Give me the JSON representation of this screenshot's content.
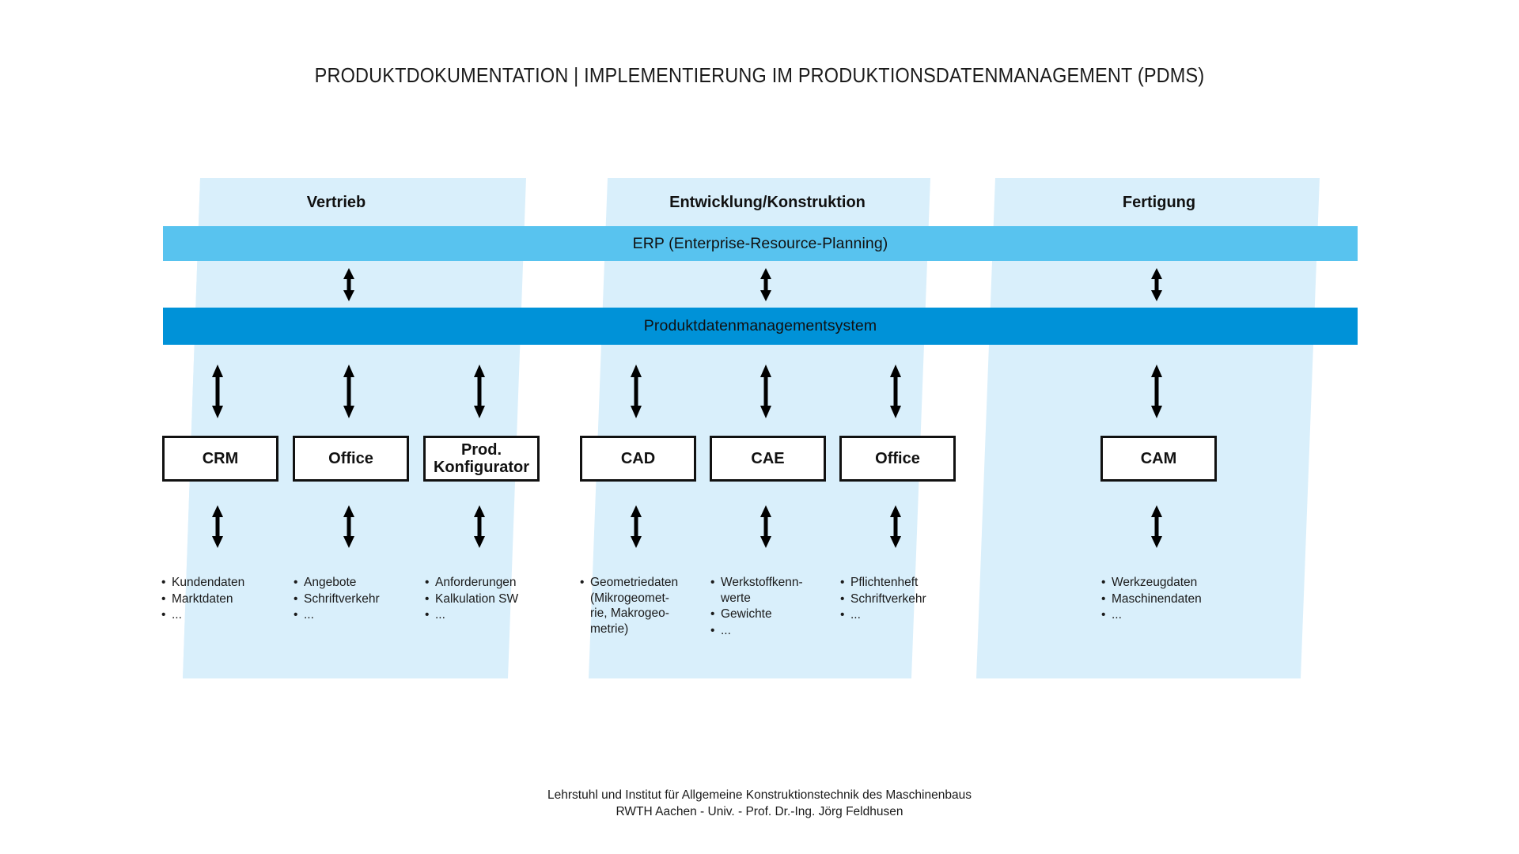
{
  "page": {
    "title": "PRODUKTDOKUMENTATION | IMPLEMENTIERUNG IM PRODUKTIONSDATENMANAGEMENT (PDMS)",
    "background_color": "#ffffff"
  },
  "colors": {
    "column_band": "#d9effb",
    "erp_bar": "#58c3ef",
    "pdm_bar": "#0092d8",
    "box_border": "#111111",
    "text": "#1a1a1a"
  },
  "departments": [
    {
      "id": "vertrieb",
      "label": "Vertrieb"
    },
    {
      "id": "entwicklung",
      "label": "Entwicklung/Konstruktion"
    },
    {
      "id": "fertigung",
      "label": "Fertigung"
    }
  ],
  "system_bars": [
    {
      "id": "erp",
      "label": "ERP (Enterprise-Resource-Planning)",
      "color": "#58c3ef"
    },
    {
      "id": "pdm",
      "label": "Produktdatenmanagementsystem",
      "color": "#0092d8"
    }
  ],
  "applications": [
    {
      "id": "crm",
      "label": "CRM",
      "department": "vertrieb"
    },
    {
      "id": "office-vertrieb",
      "label": "Office",
      "department": "vertrieb"
    },
    {
      "id": "prod-konfigurator",
      "label": "Prod.\nKonfigurator",
      "department": "vertrieb"
    },
    {
      "id": "cad",
      "label": "CAD",
      "department": "entwicklung"
    },
    {
      "id": "cae",
      "label": "CAE",
      "department": "entwicklung"
    },
    {
      "id": "office-entwicklung",
      "label": "Office",
      "department": "entwicklung"
    },
    {
      "id": "cam",
      "label": "CAM",
      "department": "fertigung"
    }
  ],
  "data_lists": [
    {
      "id": "crm-data",
      "application": "crm",
      "items": [
        "Kundendaten",
        "Marktdaten",
        "..."
      ]
    },
    {
      "id": "office-vertrieb-data",
      "application": "office-vertrieb",
      "items": [
        "Angebote",
        "Schriftverkehr",
        "..."
      ]
    },
    {
      "id": "prod-konfigurator-data",
      "application": "prod-konfigurator",
      "items": [
        "Anforderungen",
        "Kalkulation SW",
        "..."
      ]
    },
    {
      "id": "cad-data",
      "application": "cad",
      "items": [
        "Geometriedaten\n(Mikrogeomet-\nrie, Makrogeo-\nmetrie)"
      ]
    },
    {
      "id": "cae-data",
      "application": "cae",
      "items": [
        "Werkstoffkenn-\nwerte",
        "Gewichte",
        "..."
      ]
    },
    {
      "id": "office-entwicklung-data",
      "application": "office-entwicklung",
      "items": [
        "Pflichtenheft",
        "Schriftverkehr",
        "..."
      ]
    },
    {
      "id": "cam-data",
      "application": "cam",
      "items": [
        "Werkzeugdaten",
        "Maschinendaten",
        "..."
      ]
    }
  ],
  "bullet_glyph": "•",
  "arrows": {
    "icon_name": "double-headed-vertical-arrow-icon",
    "description": "bidirectional vertical arrow"
  },
  "footer": {
    "line1": "Lehrstuhl und Institut für Allgemeine Konstruktionstechnik des Maschinenbaus",
    "line2": "RWTH Aachen - Univ. - Prof. Dr.-Ing. Jörg Feldhusen"
  }
}
